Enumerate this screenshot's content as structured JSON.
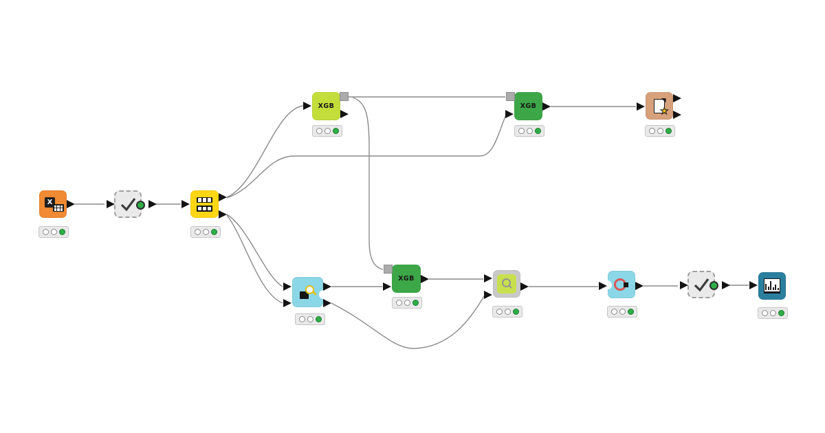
{
  "canvas": {
    "background": "#ffffff"
  },
  "colors": {
    "connector": "#8a8a8a",
    "data_port": "#141414",
    "model_port": "#ababab",
    "light_on": "#2fae47",
    "light_off": "#ffffff",
    "dashed_node_fill": "#eaeaea",
    "dashed_node_border": "#9e9e9e"
  },
  "workflow": {
    "nodes": [
      {
        "name": "excel-reader",
        "icon": "excel-icon",
        "color": "#f08a33",
        "label": "",
        "status_lights": [
          "off",
          "off",
          "on"
        ]
      },
      {
        "name": "check-component-1",
        "icon": "checkmark-icon",
        "color": "#eaeaea",
        "label": "",
        "status_dot": "green",
        "dashed": true
      },
      {
        "name": "partitioning",
        "icon": "table-rows-icon",
        "color": "#ffd613",
        "label": "",
        "status_lights": [
          "off",
          "off",
          "on"
        ]
      },
      {
        "name": "xgb-learner",
        "icon": "",
        "color": "#c3de3a",
        "label": "XGB",
        "status_lights": [
          "off",
          "off",
          "on"
        ]
      },
      {
        "name": "xgb-predictor-1",
        "icon": "",
        "color": "#3da748",
        "label": "XGB",
        "status_lights": [
          "off",
          "off",
          "on"
        ]
      },
      {
        "name": "file-output",
        "icon": "document-star-icon",
        "color": "#d7a17b",
        "label": "",
        "status_lights": [
          "off",
          "off",
          "on"
        ]
      },
      {
        "name": "sampler",
        "icon": "square-magnifier-icon",
        "color": "#8bd7e7",
        "label": "",
        "status_lights": [
          "off",
          "off",
          "on"
        ]
      },
      {
        "name": "xgb-predictor-2",
        "icon": "",
        "color": "#3da748",
        "label": "XGB",
        "status_lights": [
          "off",
          "off",
          "on"
        ]
      },
      {
        "name": "scorer",
        "icon": "magnifier-icon",
        "color": "#c9c9c9",
        "label": "",
        "status_lights": [
          "off",
          "off",
          "on"
        ]
      },
      {
        "name": "roc-curve",
        "icon": "roc-ring-icon",
        "color": "#8bd7e7",
        "label": "",
        "status_lights": [
          "off",
          "off",
          "on"
        ]
      },
      {
        "name": "check-component-2",
        "icon": "checkmark-icon",
        "color": "#eaeaea",
        "label": "",
        "status_dot": "green",
        "dashed": true
      },
      {
        "name": "bar-chart-view",
        "icon": "bar-chart-icon",
        "color": "#2a7f9e",
        "label": "",
        "status_lights": [
          "off",
          "off",
          "on"
        ]
      }
    ],
    "connections": [
      {
        "from": "excel-reader",
        "to": "check-component-1"
      },
      {
        "from": "check-component-1",
        "to": "partitioning"
      },
      {
        "from": "partitioning",
        "from_port": "top",
        "to": "xgb-learner"
      },
      {
        "from": "partitioning",
        "from_port": "top",
        "to": "xgb-predictor-1",
        "to_port": "data"
      },
      {
        "from": "partitioning",
        "from_port": "bottom",
        "to": "sampler",
        "to_port": "in-1"
      },
      {
        "from": "partitioning",
        "from_port": "bottom",
        "to": "sampler",
        "to_port": "in-2"
      },
      {
        "from": "xgb-learner",
        "from_port": "model",
        "to": "xgb-predictor-1",
        "to_port": "model"
      },
      {
        "from": "xgb-learner",
        "from_port": "model",
        "to": "xgb-predictor-2",
        "to_port": "model"
      },
      {
        "from": "sampler",
        "from_port": "out-1",
        "to": "xgb-predictor-2",
        "to_port": "data"
      },
      {
        "from": "sampler",
        "from_port": "out-2",
        "to": "scorer",
        "to_port": "in-2"
      },
      {
        "from": "xgb-predictor-2",
        "to": "scorer",
        "to_port": "in-1"
      },
      {
        "from": "xgb-predictor-1",
        "to": "file-output"
      },
      {
        "from": "scorer",
        "to": "roc-curve"
      },
      {
        "from": "roc-curve",
        "to": "check-component-2"
      },
      {
        "from": "check-component-2",
        "to": "bar-chart-view"
      }
    ]
  }
}
